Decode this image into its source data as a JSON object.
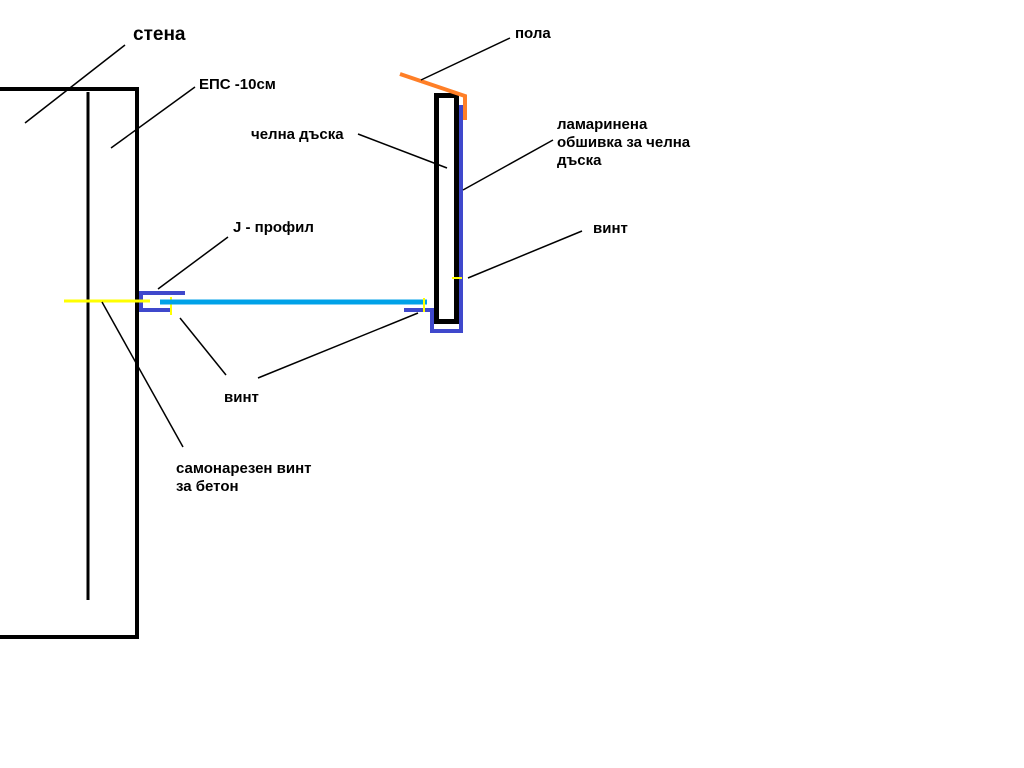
{
  "colors": {
    "outline": "#000000",
    "j_profile": "#3f48cc",
    "soffit_board": "#00a2e8",
    "screw": "#ffff00",
    "drip_edge": "#ff7f27"
  },
  "labels": {
    "wall": "стена",
    "eps": "ЕПС -10см",
    "drip_edge": "пола",
    "fascia_board": "челна дъска",
    "fascia_cladding": [
      "ламаринена",
      "обшивка за челна",
      "дъска"
    ],
    "screw_right": "винт",
    "j_profile": "J - профил",
    "screw_bottom": "винт",
    "concrete_screw": [
      "самонарезен винт",
      "за бетон"
    ]
  }
}
